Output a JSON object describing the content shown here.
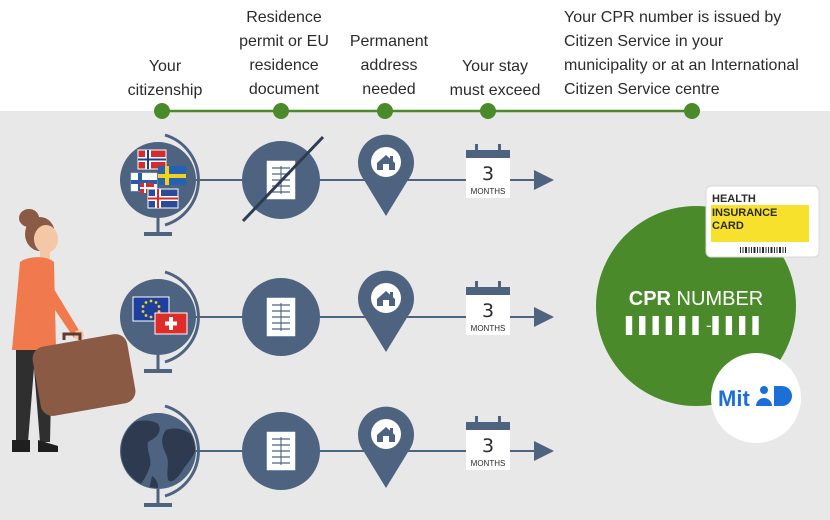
{
  "headers": {
    "citizenship": [
      "Your",
      "citizenship"
    ],
    "residence": [
      "Residence",
      "permit or EU",
      "residence",
      "document"
    ],
    "address": [
      "Permanent",
      "address",
      "needed"
    ],
    "stay": [
      "Your stay",
      "must exceed"
    ],
    "cpr_issued": [
      "Your CPR number is issued by",
      "Citizen Service in your",
      "municipality or at an International",
      "Citizen Service centre"
    ]
  },
  "calendar": {
    "number": "3",
    "unit": "MONTHS"
  },
  "health_card": {
    "line1": "HEALTH",
    "line2": "INSURANCE",
    "line3": "CARD"
  },
  "cpr": {
    "bold": "CPR",
    "rest": " NUMBER",
    "masked": "▌▌▌▌▌▌-▌▌▌▌"
  },
  "mitid": {
    "text": "Mit"
  },
  "colors": {
    "green": "#4b8a2b",
    "navy": "#4d6380",
    "gray_bg": "#e8e8e8",
    "yellow": "#f7e12d",
    "orange": "#f07a4d",
    "suitcase": "#8a5a44",
    "mitid_blue": "#1d6fd8"
  }
}
